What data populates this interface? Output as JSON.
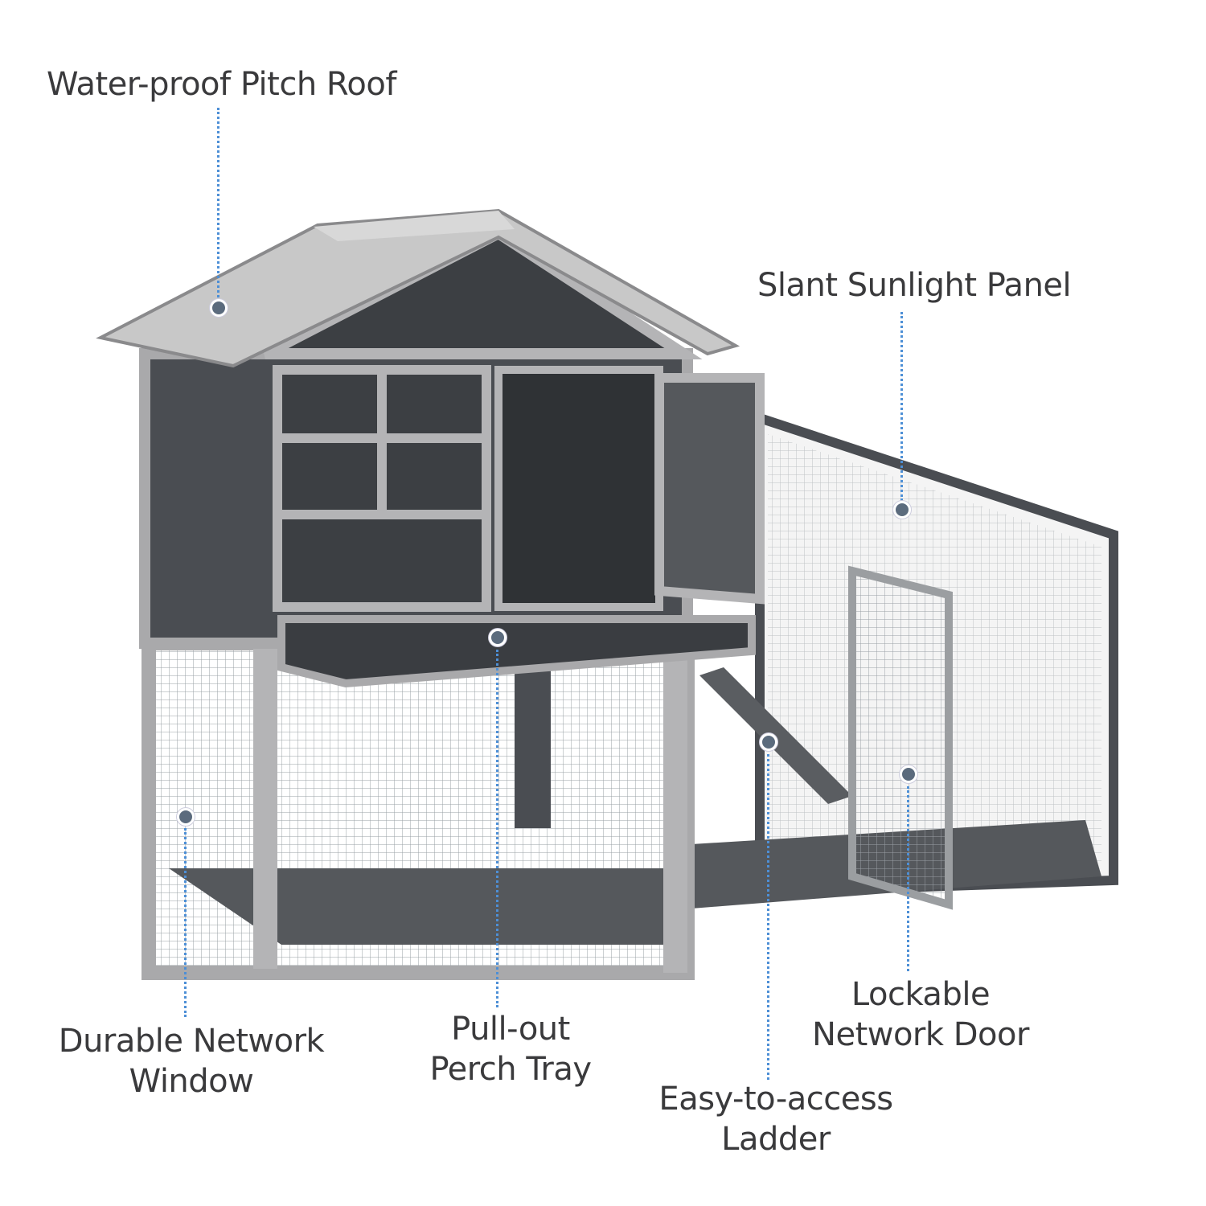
{
  "callouts": [
    {
      "id": "roof",
      "text": "Water-proof Pitch Roof",
      "lines": [
        "Water-proof Pitch Roof"
      ]
    },
    {
      "id": "sunlight",
      "text": "Slant Sunlight Panel",
      "lines": [
        "Slant Sunlight Panel"
      ]
    },
    {
      "id": "window",
      "text": "Durable Network Window",
      "lines": [
        "Durable Network",
        "Window"
      ]
    },
    {
      "id": "tray",
      "text": "Pull-out Perch Tray",
      "lines": [
        "Pull-out",
        "Perch Tray"
      ]
    },
    {
      "id": "door",
      "text": "Lockable Network Door",
      "lines": [
        "Lockable",
        "Network Door"
      ]
    },
    {
      "id": "ladder",
      "text": "Easy-to-access Ladder",
      "lines": [
        "Easy-to-access",
        "Ladder"
      ]
    }
  ],
  "colors": {
    "leader": "#4d8fd6",
    "dot": "#5b6b7d",
    "wood_dark": "#4a4d52",
    "wood_light": "#a9a9ab",
    "roof": "#c8c8c8",
    "text": "#3a3a3c"
  },
  "image": {
    "subject": "wooden rabbit hutch with run"
  }
}
